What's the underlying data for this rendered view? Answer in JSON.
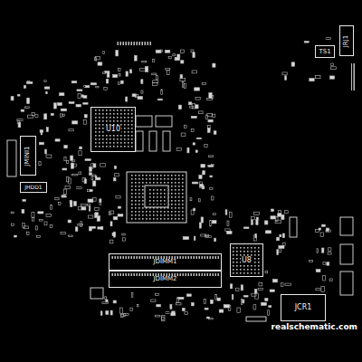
{
  "diagram": {
    "nodes": [
      {
        "text": [
          "U10"
        ]
      },
      {
        "text": [
          "JDIMM1"
        ]
      },
      {
        "text": [
          "JDIMM2"
        ]
      },
      {
        "text": [
          "U8"
        ]
      },
      {
        "text": [
          "JCR1"
        ]
      },
      {
        "text": [
          "TS1"
        ]
      },
      {
        "text": [
          "JRJ1"
        ]
      },
      {
        "text": [
          "JMINI1"
        ]
      },
      {
        "text": [
          "JHDD1"
        ]
      }
    ],
    "labels": [
      "realschematic.com"
    ]
  }
}
